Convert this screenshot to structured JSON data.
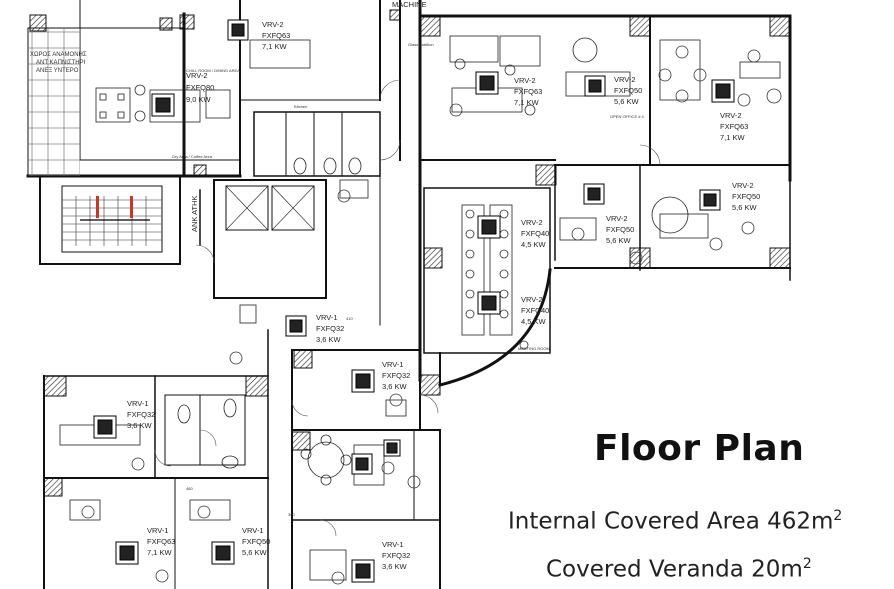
{
  "plan": {
    "title": "Floor Plan",
    "internal_area": {
      "label": "Internal Covered Area 462m",
      "sup": "2"
    },
    "veranda_area": {
      "label": "Covered Veranda 20m",
      "sup": "2"
    },
    "machine_label": "MACHINE",
    "units": [
      {
        "id": "u1",
        "system": "VRV-2",
        "model": "FXFQ63",
        "power": "7,1 KW"
      },
      {
        "id": "u2",
        "system": "VRV-2",
        "model": "FXFQ80",
        "power": "9,0 KW"
      },
      {
        "id": "u3",
        "system": "VRV-2",
        "model": "FXFQ63",
        "power": "7,1 KW"
      },
      {
        "id": "u4",
        "system": "VRV-2",
        "model": "FXFQ50",
        "power": "5,6 KW"
      },
      {
        "id": "u5",
        "system": "VRV-2",
        "model": "FXFQ63",
        "power": "7,1 KW"
      },
      {
        "id": "u6",
        "system": "VRV-2",
        "model": "FXFQ50",
        "power": "5,6 KW"
      },
      {
        "id": "u7",
        "system": "VRV-2",
        "model": "FXFQ40",
        "power": "4,5 KW"
      },
      {
        "id": "u8",
        "system": "VRV-2",
        "model": "FXFQ50",
        "power": "5,6 KW"
      },
      {
        "id": "u9",
        "system": "VRV-2",
        "model": "FXFQ40",
        "power": "4,5 KW"
      },
      {
        "id": "u10",
        "system": "VRV-1",
        "model": "FXFQ32",
        "power": "3,6 KW"
      },
      {
        "id": "u11",
        "system": "VRV-1",
        "model": "FXFQ32",
        "power": "3,6 KW"
      },
      {
        "id": "u12",
        "system": "VRV-1",
        "model": "FXFQ32",
        "power": "3,6 KW"
      },
      {
        "id": "u13",
        "system": "VRV-1",
        "model": "FXFQ63",
        "power": "7,1 KW"
      },
      {
        "id": "u14",
        "system": "VRV-1",
        "model": "FXFQ50",
        "power": "5,6 KW"
      },
      {
        "id": "u15",
        "system": "VRV-1",
        "model": "FXFQ32",
        "power": "3,6 KW"
      }
    ],
    "small_labels": {
      "greek1": "ΧΩΡΟΣ ΑΝΑΜΟΝΗΣ",
      "greek2": "ΑΝΤ ΚΑΠΝΙΣΤΗΡΙ",
      "greek3": "ΑΝΕΞ ΥΝΤΕΡΟ",
      "chill": "CHILL ROOM / DINING AREA",
      "kitchen": "Kitchen",
      "dry": "Dry Area / Coffee Area",
      "open_office": "OPEN OFFICE # 4",
      "glass": "Glass partition",
      "meeting": "MEETING ROOM",
      "lift": "ΑΝΚ ΑΤΗΚ",
      "dim1": "460",
      "dim2": "410",
      "dim3": "300"
    }
  }
}
